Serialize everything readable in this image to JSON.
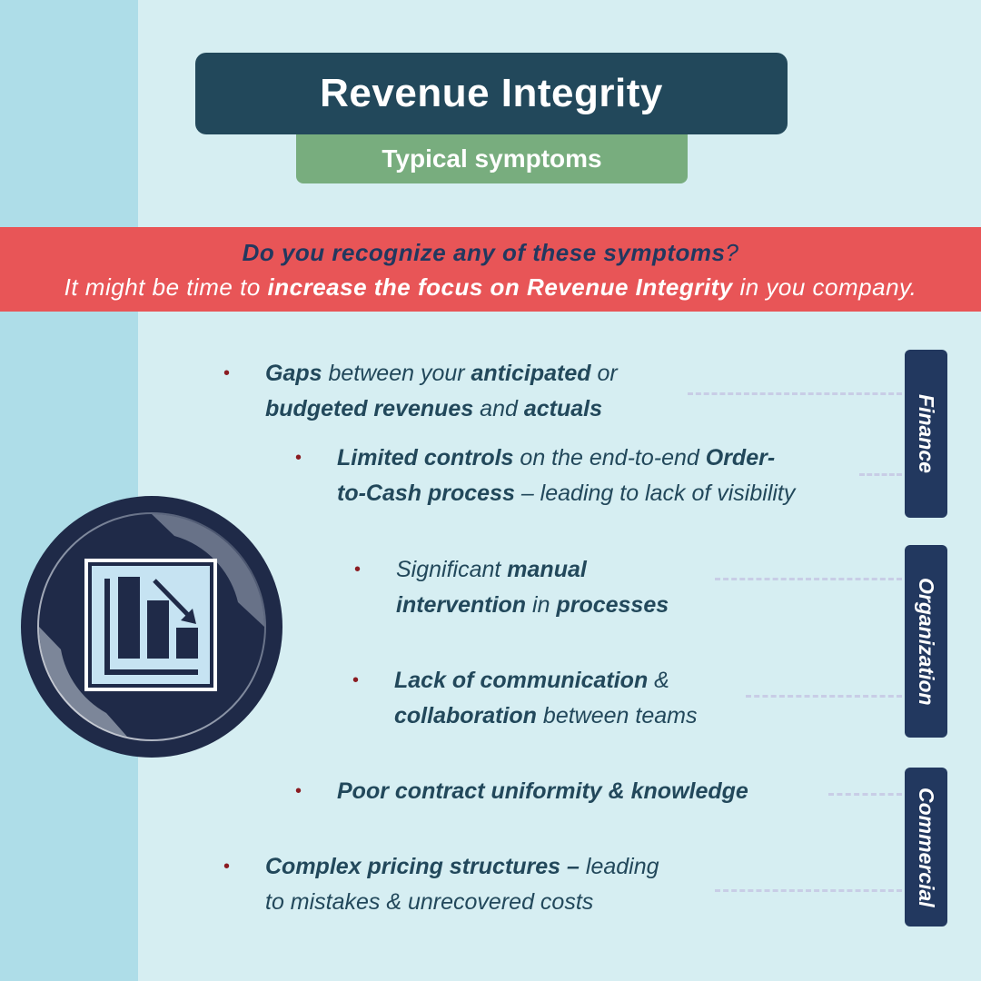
{
  "header": {
    "title": "Revenue Integrity",
    "subtitle": "Typical symptoms"
  },
  "banner": {
    "line1": {
      "bold": "Do you recognize any of these symptoms",
      "tail": "?"
    },
    "line2": {
      "pre": "It might be time to ",
      "bold": "increase the focus on Revenue Integrity",
      "post": " in you company."
    }
  },
  "symptoms": [
    {
      "line1": [
        [
          "b",
          "Gaps"
        ],
        [
          "t",
          " between your "
        ],
        [
          "b",
          "anticipated"
        ],
        [
          "t",
          " or"
        ]
      ],
      "line2": [
        [
          "b",
          "budgeted revenues"
        ],
        [
          "t",
          " and "
        ],
        [
          "b",
          "actuals"
        ]
      ]
    },
    {
      "line1": [
        [
          "b",
          "Limited controls"
        ],
        [
          "t",
          " on the end-to-end "
        ],
        [
          "b",
          "Order-"
        ]
      ],
      "line2": [
        [
          "b",
          "to-Cash process"
        ],
        [
          "t",
          " – leading to lack of visibility"
        ]
      ]
    },
    {
      "line1": [
        [
          "t",
          "Significant "
        ],
        [
          "b",
          "manual"
        ]
      ],
      "line2": [
        [
          "b",
          "intervention"
        ],
        [
          "t",
          " in "
        ],
        [
          "b",
          "processes"
        ]
      ]
    },
    {
      "line1": [
        [
          "b",
          "Lack of communication"
        ],
        [
          "t",
          " &"
        ]
      ],
      "line2": [
        [
          "b",
          "collaboration"
        ],
        [
          "t",
          " between teams"
        ]
      ]
    },
    {
      "line1": [
        [
          "b",
          "Poor contract uniformity & knowledge"
        ]
      ],
      "line2": []
    },
    {
      "line1": [
        [
          "b",
          "Complex pricing structures –"
        ],
        [
          "t",
          " leading"
        ]
      ],
      "line2": [
        [
          "t",
          "to mistakes & unrecovered costs"
        ]
      ]
    }
  ],
  "bullet_glyph": "•",
  "categories": [
    {
      "label": "Finance"
    },
    {
      "label": "Organization"
    },
    {
      "label": "Commercial"
    }
  ],
  "icon": {
    "name": "declining-bar-chart-icon"
  },
  "colors": {
    "background": "#d6eef2",
    "left_strip": "#aedde8",
    "title_box": "#22485b",
    "subtitle_box": "#78ad7e",
    "banner": "#e85557",
    "text": "#22485b",
    "bullet": "#8b1c22",
    "category_box": "#22385f"
  }
}
